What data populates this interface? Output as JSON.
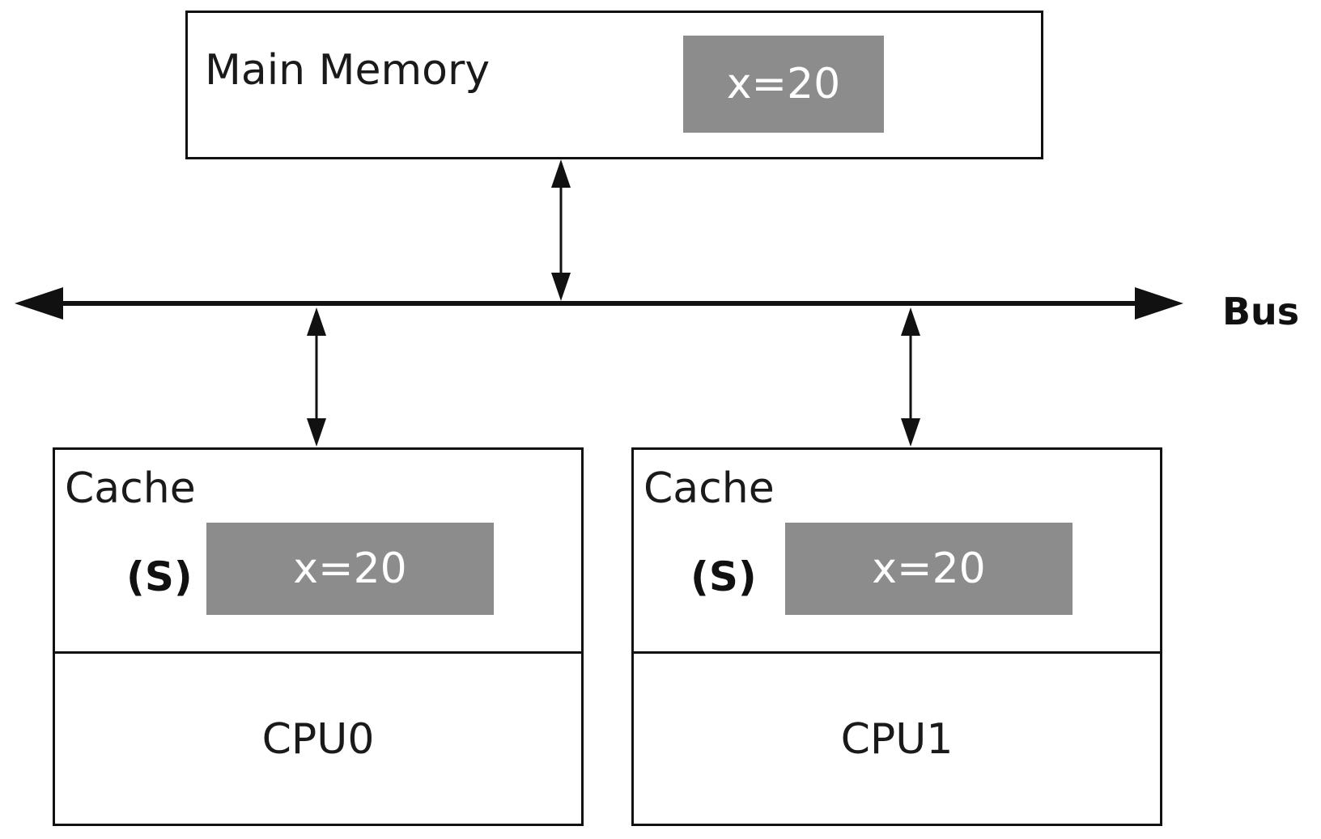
{
  "main_memory": {
    "label": "Main Memory",
    "value": "x=20"
  },
  "bus": {
    "label": "Bus"
  },
  "cpus": [
    {
      "cache_label": "Cache",
      "state": "(S)",
      "value": "x=20",
      "cpu_label": "CPU0"
    },
    {
      "cache_label": "Cache",
      "state": "(S)",
      "value": "x=20",
      "cpu_label": "CPU1"
    }
  ],
  "colors": {
    "value_fill": "#8c8c8c",
    "line": "#111111"
  }
}
